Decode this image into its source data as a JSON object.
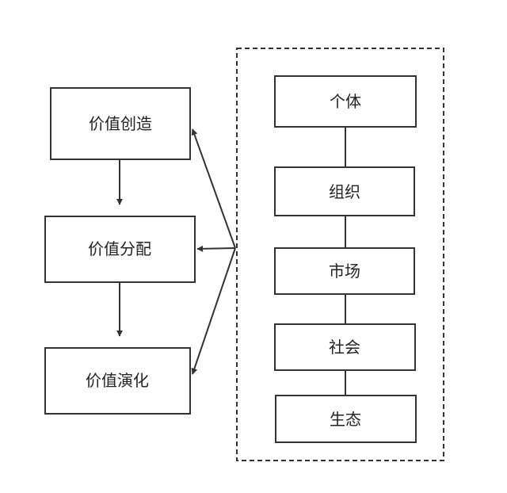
{
  "left_column": {
    "nodes": [
      {
        "id": "creation",
        "label": "价值创造"
      },
      {
        "id": "distribution",
        "label": "价值分配"
      },
      {
        "id": "evolution",
        "label": "价值演化"
      }
    ]
  },
  "right_group": {
    "nodes": [
      {
        "id": "individual",
        "label": "个体"
      },
      {
        "id": "organization",
        "label": "组织"
      },
      {
        "id": "market",
        "label": "市场"
      },
      {
        "id": "society",
        "label": "社会"
      },
      {
        "id": "ecology",
        "label": "生态"
      }
    ]
  },
  "colors": {
    "stroke": "#333333",
    "text": "#222222",
    "background": "#ffffff"
  }
}
